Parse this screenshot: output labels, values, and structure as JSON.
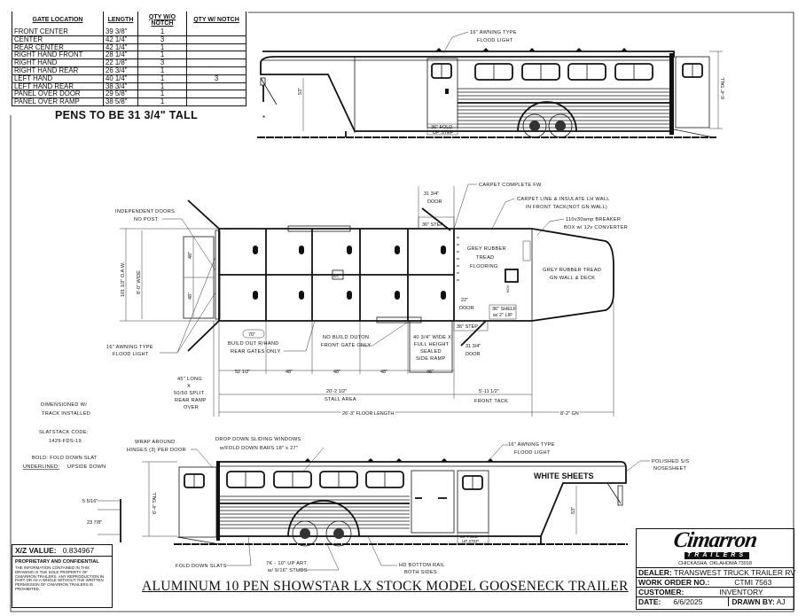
{
  "gate_table": {
    "headers": [
      "GATE LOCATION",
      "LENGTH",
      "QTY W/O NOTCH",
      "QTY W/ NOTCH"
    ],
    "rows": [
      {
        "location": "FRONT CENTER",
        "length": "39 3/8\"",
        "qty_wo": "1",
        "qty_w": ""
      },
      {
        "location": "CENTER",
        "length": "42 1/4\"",
        "qty_wo": "3",
        "qty_w": ""
      },
      {
        "location": "REAR CENTER",
        "length": "42 1/4\"",
        "qty_wo": "1",
        "qty_w": ""
      },
      {
        "location": "RIGHT HAND FRONT",
        "length": "28 1/4\"",
        "qty_wo": "1",
        "qty_w": ""
      },
      {
        "location": "RIGHT HAND",
        "length": "22 1/8\"",
        "qty_wo": "3",
        "qty_w": ""
      },
      {
        "location": "RIGHT HAND REAR",
        "length": "26 3/4\"",
        "qty_wo": "1",
        "qty_w": ""
      },
      {
        "location": "LEFT HAND",
        "length": "40 1/4\"",
        "qty_wo": "1",
        "qty_w": "3"
      },
      {
        "location": "LEFT HAND REAR",
        "length": "38 3/4\"",
        "qty_wo": "1",
        "qty_w": ""
      },
      {
        "location": "PANEL OVER DOOR",
        "length": "29 5/8\"",
        "qty_wo": "1",
        "qty_w": ""
      },
      {
        "location": "PANEL OVER RAMP",
        "length": "38 5/8\"",
        "qty_wo": "1",
        "qty_w": ""
      }
    ],
    "pens_note": "PENS TO BE 31 3/4\" TALL"
  },
  "top_view": {
    "flood_light_1": "16\" AWNING TYPE",
    "flood_light_2": "FLOOD LIGHT",
    "height_53": "53\"",
    "step_1": "36\" FOLD",
    "step_2": "UP STEP",
    "tall": "6'-4\" TALL"
  },
  "floor_plan": {
    "independent_doors_1": "INDEPENDENT DOORS",
    "independent_doors_2": "NO POST",
    "oaw": "101 1/2\" O.A.W.",
    "wide": "8'-0\" WIDE",
    "ramp_48a": "48\"",
    "ramp_48b": "48\"",
    "flood_1": "16\" AWNING TYPE",
    "flood_2": "FLOOD LIGHT",
    "dim_70": "70\"",
    "build_out_1": "BUILD OUT R/HAND",
    "build_out_2": "REAR GATES ONLY",
    "no_build_1": "NO BUILD OUTON",
    "no_build_2": "FRONT GATE ONLY",
    "rear_ramp_1": "45\" LONG",
    "rear_ramp_2": "X",
    "rear_ramp_3": "50/50 SPLIT",
    "rear_ramp_4": "REAR RAMP",
    "rear_ramp_5": "OVER",
    "stall_dims": [
      "52 1/2\"",
      "48\"",
      "48\"",
      "48\"",
      "46\""
    ],
    "stall_area_dim": "20'-2 1/2\"",
    "stall_area": "STALL AREA",
    "floor_length": "26'-3\" FLOOR LENGTH",
    "front_tack_dim": "5'-11 1/2\"",
    "front_tack": "FRONT TACK",
    "gn": "8'-2\" GN",
    "door_top_dim": "31 3/4\"",
    "door_top": "DOOR",
    "step_top": "36\" STEP",
    "carpet_1": "CARPET COMPLETE FW",
    "carpet_2": "CARPET LINE & INSULATE LH WALL",
    "carpet_3": "IN FRONT TACK(NOT GN WALL)",
    "breaker_1": "110v30amp BREAKER",
    "breaker_2": "BOX w/ 12v CONVERTER",
    "tread_1": "GREY RUBBER",
    "tread_2": "TREAD",
    "tread_3": "FLOORING",
    "gn_tread_1": "GREY RUBBER TREAD",
    "gn_tread_2": "GN WALL & DECK",
    "door_22_dim": "22\"",
    "door_22": "DOOR",
    "shelf_1": "36\" SHELF",
    "shelf_2": "w/ 2\" LIP",
    "side_ramp_1": "40 3/4\" WIDE X",
    "side_ramp_2": "FULL HEIGHT",
    "side_ramp_3": "SEALED",
    "side_ramp_4": "SIDE RAMP",
    "step_bottom": "36\" STEP",
    "door_bottom_dim": "31 3/4\"",
    "door_bottom": "DOOR",
    "box_label": "BOX",
    "ac_label": "A/C"
  },
  "notes": {
    "dimensioned_1": "DIMENSIONED W/",
    "dimensioned_2": "TRACK INSTALLED",
    "slatstack_1": "SLATSTACK CODE:",
    "slatstack_2": "1429-FDS-19",
    "bold_legend": "BOLD: FOLD DOWN SLAT",
    "underlined_key": "UNDERLINED:",
    "underlined_val": "UPSIDE DOWN",
    "slat_dim_1": "5 5/16\"",
    "slat_dim_2": "23 7/8\""
  },
  "bottom_view": {
    "wrap_1": "WRAP AROUND",
    "wrap_2": "HINGES (3) PER DOOR",
    "drop_1": "DROP DOWN SLIDING WINDOWS",
    "drop_2": "w/FOLD DOWN BARS 18\" x 27\"",
    "flood_1": "16\" AWNING TYPE",
    "flood_2": "FLOOD LIGHT",
    "nose_1": "POLISHED S/S",
    "nose_2": "NOSESHEET",
    "white_sheets": "WHITE SHEETS",
    "tall": "6'-4\" TALL",
    "h53": "53\"",
    "step_1": "36\" FOLD",
    "step_2": "UP STEP",
    "slats": "FOLD DOWN SLATS",
    "axle_1": "7K - 10\" UP ART.",
    "axle_2": "w/ 9/16\" STUDS",
    "rail_1": "HD BOTTOM RAIL",
    "rail_2": "BOTH SIDES"
  },
  "xz": {
    "label": "X/Z VALUE:",
    "value": "0.834967"
  },
  "proprietary": {
    "title": "PROPRIETARY AND CONFIDENTIAL",
    "text": "THE INFORMATION CONTAINED IN THIS DRAWING IS THE SOLE PROPERTY OF CIMARRON TRAILERS. ANY REPRODUCTION IN PART OR AS A WHOLE WITHOUT THE WRITTEN PERMISSION OF CIMARRON TRAILERS IS PROHIBITED."
  },
  "drawing_title": "ALUMINUM 10 PEN SHOWSTAR LX STOCK MODEL GOOSENECK TRAILER",
  "title_block": {
    "logo": "Cimarron",
    "logo_sub": "TRAILERS",
    "city": "CHICKASHA, OKLAHOMA 73018",
    "dealer_label": "DEALER:",
    "dealer": "TRANSWEST TRUCK TRAILER RV",
    "work_order_label": "WORK ORDER NO.:",
    "work_order": "CTMI 7563",
    "customer_label": "CUSTOMER:",
    "customer": "INVENTORY",
    "date_label": "DATE:",
    "date": "6/6/2025",
    "drawn_label": "DRAWN BY:",
    "drawn_by": "AJ"
  }
}
